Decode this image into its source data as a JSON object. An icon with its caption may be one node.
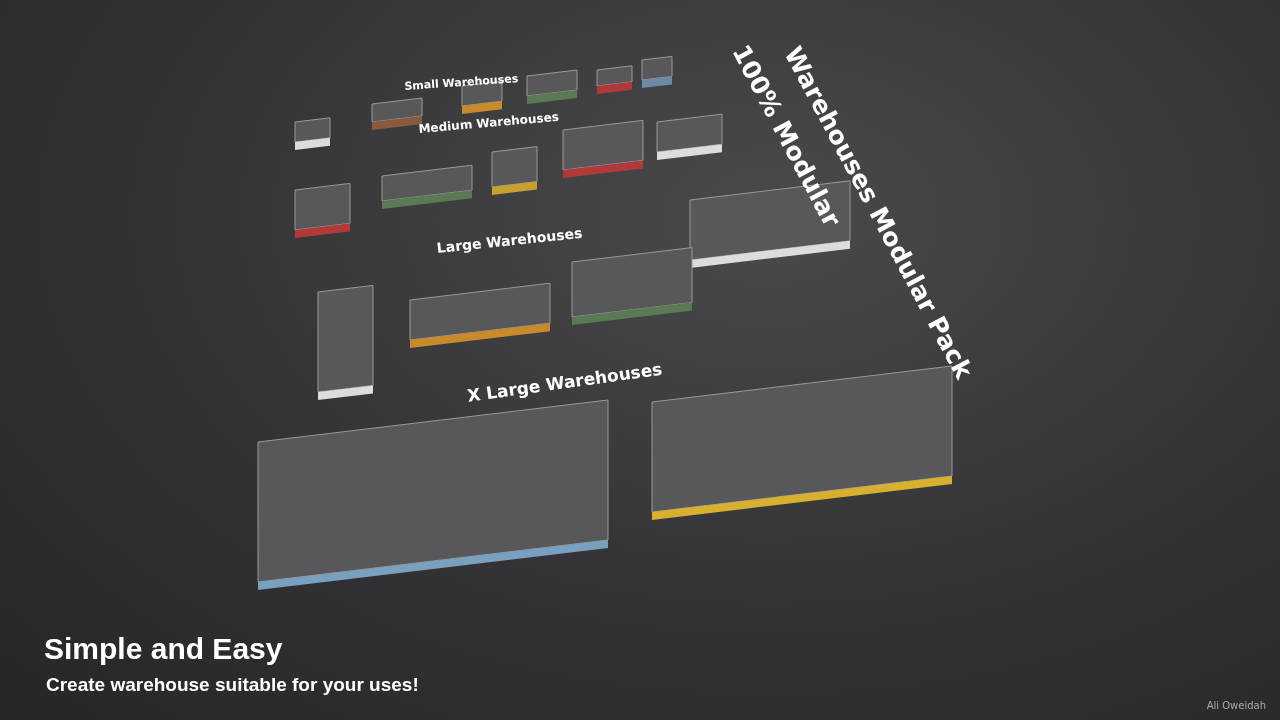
{
  "diagram": {
    "title": "Warehouses Modular Pack",
    "labels": [
      "100% Modular",
      "Small Warehouses",
      "Medium Warehouses",
      "Large Warehouses",
      "X Large Warehouses",
      "Simple and Easy",
      "Create warehouse suitable for your uses!",
      "Ali Oweidah"
    ]
  }
}
